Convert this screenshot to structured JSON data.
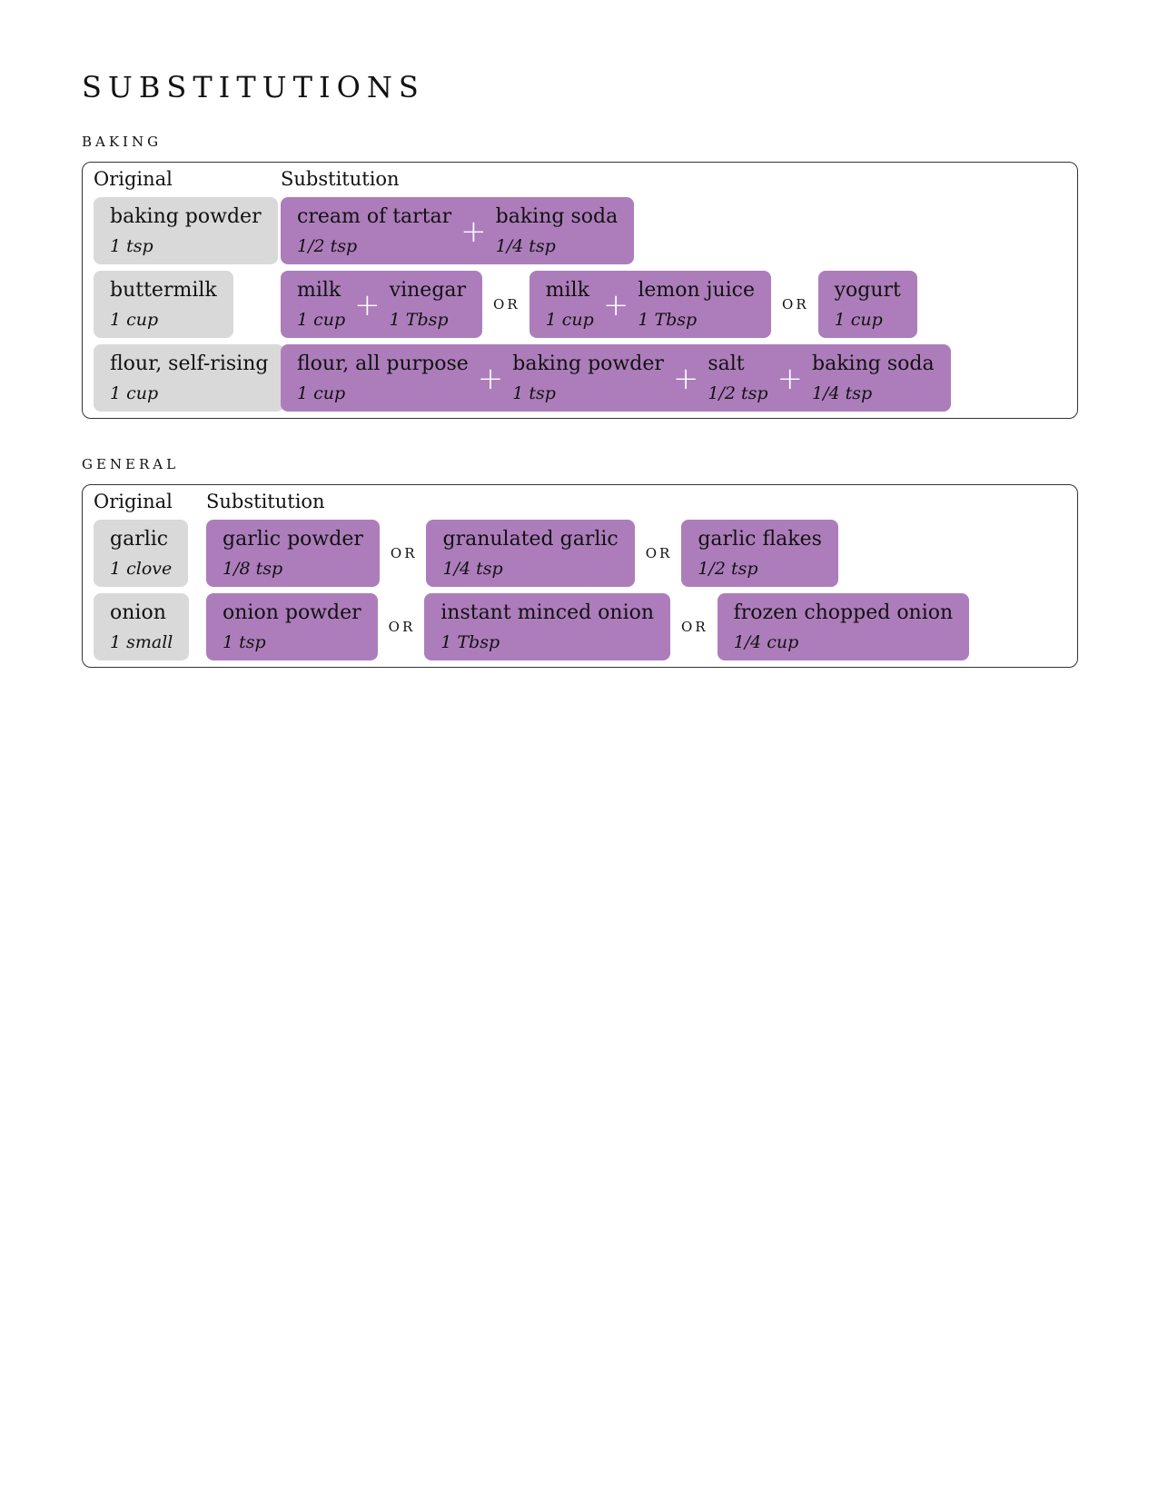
{
  "title": "SUBSTITUTIONS",
  "sections": {
    "baking": {
      "label": "BAKING",
      "header_original": "Original",
      "header_substitution": "Substitution",
      "rows": [
        {
          "original": {
            "name": "baking powder",
            "qty": "1 tsp"
          },
          "options": [
            [
              {
                "name": "cream of tartar",
                "qty": "1/2 tsp"
              },
              {
                "name": "baking soda",
                "qty": "1/4 tsp"
              }
            ]
          ]
        },
        {
          "original": {
            "name": "buttermilk",
            "qty": "1 cup"
          },
          "options": [
            [
              {
                "name": "milk",
                "qty": "1 cup"
              },
              {
                "name": "vinegar",
                "qty": "1 Tbsp"
              }
            ],
            [
              {
                "name": "milk",
                "qty": "1 cup"
              },
              {
                "name": "lemon juice",
                "qty": "1 Tbsp"
              }
            ],
            [
              {
                "name": "yogurt",
                "qty": "1 cup"
              }
            ]
          ]
        },
        {
          "original": {
            "name": "flour, self-rising",
            "qty": "1 cup"
          },
          "options": [
            [
              {
                "name": "flour, all purpose",
                "qty": "1 cup"
              },
              {
                "name": "baking powder",
                "qty": "1 tsp"
              },
              {
                "name": "salt",
                "qty": "1/2 tsp"
              },
              {
                "name": "baking soda",
                "qty": "1/4 tsp"
              }
            ]
          ]
        }
      ]
    },
    "general": {
      "label": "GENERAL",
      "header_original": "Original",
      "header_substitution": "Substitution",
      "rows": [
        {
          "original": {
            "name": "garlic",
            "qty": "1 clove"
          },
          "options": [
            [
              {
                "name": "garlic powder",
                "qty": "1/8 tsp"
              }
            ],
            [
              {
                "name": "granulated garlic",
                "qty": "1/4 tsp"
              }
            ],
            [
              {
                "name": "garlic flakes",
                "qty": "1/2 tsp"
              }
            ]
          ]
        },
        {
          "original": {
            "name": "onion",
            "qty": "1 small"
          },
          "options": [
            [
              {
                "name": "onion powder",
                "qty": "1 tsp"
              }
            ],
            [
              {
                "name": "instant minced onion",
                "qty": "1 Tbsp"
              }
            ],
            [
              {
                "name": "frozen chopped onion",
                "qty": "1/4 cup"
              }
            ]
          ]
        }
      ]
    }
  },
  "or_label": "OR",
  "plus_symbol": "+",
  "colors": {
    "original_bg": "#d9d9d9",
    "substitution_bg": "#ad7dbb",
    "plus": "#ffffff"
  }
}
